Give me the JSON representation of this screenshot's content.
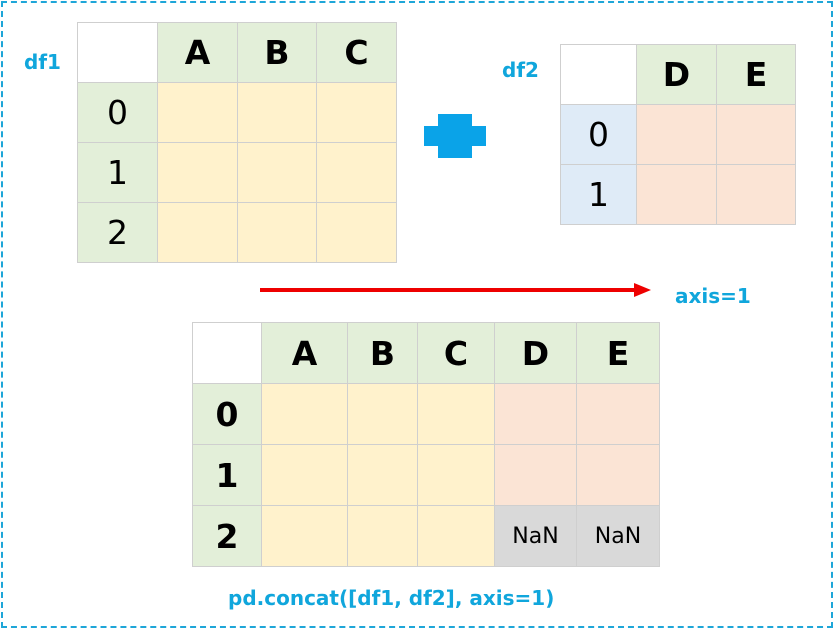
{
  "labels": {
    "df1": "df1",
    "df2": "df2",
    "axis": "axis=1",
    "code": "pd.concat([df1, df2], axis=1)"
  },
  "df1": {
    "columns": [
      "A",
      "B",
      "C"
    ],
    "index": [
      "0",
      "1",
      "2"
    ]
  },
  "df2": {
    "columns": [
      "D",
      "E"
    ],
    "index": [
      "0",
      "1"
    ]
  },
  "result": {
    "columns": [
      "A",
      "B",
      "C",
      "D",
      "E"
    ],
    "index": [
      "0",
      "1",
      "2"
    ],
    "missing_value": "NaN"
  },
  "colors": {
    "label_blue": "#10a6dc",
    "plus_blue": "#0aa3e8",
    "arrow_red": "#ee0000",
    "header_green": "#e3efd9",
    "index_blue": "#dfebf7",
    "cell_yellow": "#fff2cc",
    "cell_peach": "#fbe4d5",
    "cell_nan_gray": "#d9d9d9",
    "border_dash": "#1ea6d8"
  },
  "icons": {
    "operator": "plus-icon",
    "direction": "arrow-right-icon"
  }
}
